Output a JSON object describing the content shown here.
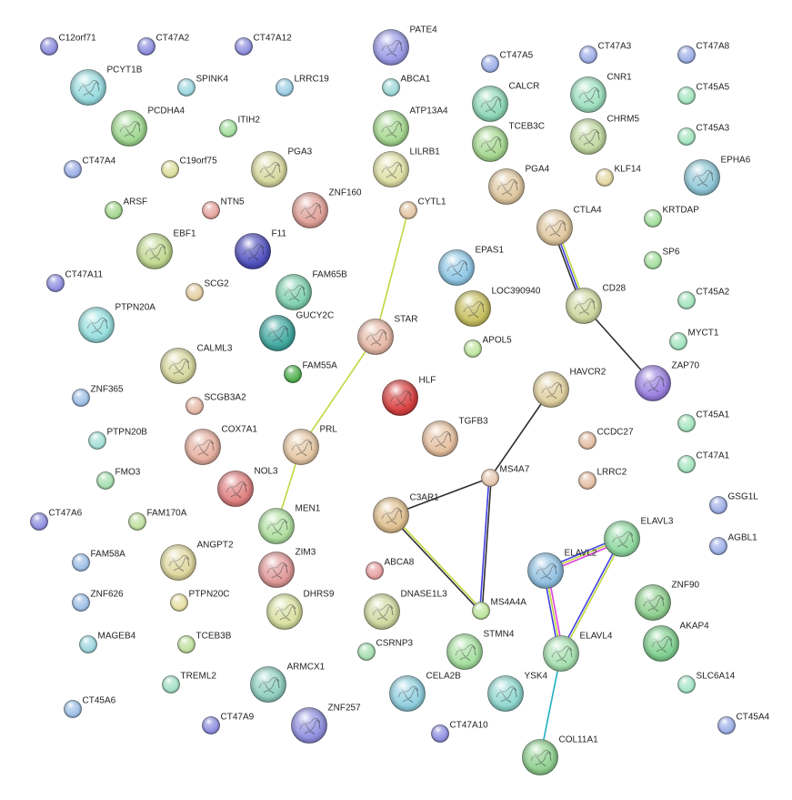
{
  "nodes": [
    {
      "id": "C12orf71",
      "label": "C12orf71",
      "color": "#8f8fe0",
      "size": "s"
    },
    {
      "id": "CT47A2",
      "label": "CT47A2",
      "color": "#8f8fe0",
      "size": "s"
    },
    {
      "id": "CT47A12",
      "label": "CT47A12",
      "color": "#8f8fe0",
      "size": "s"
    },
    {
      "id": "PATE4",
      "label": "PATE4",
      "color": "#9a9ae6",
      "size": "l"
    },
    {
      "id": "CT47A5",
      "label": "CT47A5",
      "color": "#9fb0e8",
      "size": "s"
    },
    {
      "id": "CT47A3",
      "label": "CT47A3",
      "color": "#9fb0e8",
      "size": "s"
    },
    {
      "id": "CT47A8",
      "label": "CT47A8",
      "color": "#9fb0e8",
      "size": "s"
    },
    {
      "id": "PCYT1B",
      "label": "PCYT1B",
      "color": "#98dbe0",
      "size": "l"
    },
    {
      "id": "SPINK4",
      "label": "SPINK4",
      "color": "#9fd8e0",
      "size": "s"
    },
    {
      "id": "LRRC19",
      "label": "LRRC19",
      "color": "#9fd0e6",
      "size": "s"
    },
    {
      "id": "ABCA1",
      "label": "ABCA1",
      "color": "#9fd8d8",
      "size": "s"
    },
    {
      "id": "CALCR",
      "label": "CALCR",
      "color": "#8fd8b8",
      "size": "l"
    },
    {
      "id": "CNR1",
      "label": "CNR1",
      "color": "#9fe0c0",
      "size": "l"
    },
    {
      "id": "CT45A5",
      "label": "CT45A5",
      "color": "#a6e6c0",
      "size": "s"
    },
    {
      "id": "PCDHA4",
      "label": "PCDHA4",
      "color": "#9fd890",
      "size": "l"
    },
    {
      "id": "ITIH2",
      "label": "ITIH2",
      "color": "#a6e0a0",
      "size": "s"
    },
    {
      "id": "ATP13A4",
      "label": "ATP13A4",
      "color": "#a6d890",
      "size": "l"
    },
    {
      "id": "TCEB3C",
      "label": "TCEB3C",
      "color": "#a6d890",
      "size": "l"
    },
    {
      "id": "CHRM5",
      "label": "CHRM5",
      "color": "#c0d8a0",
      "size": "l"
    },
    {
      "id": "CT45A3",
      "label": "CT45A3",
      "color": "#a6e6c0",
      "size": "s"
    },
    {
      "id": "CT47A4",
      "label": "CT47A4",
      "color": "#9fb0e8",
      "size": "s"
    },
    {
      "id": "C19orf75",
      "label": "C19orf75",
      "color": "#dfe0a0",
      "size": "s"
    },
    {
      "id": "PGA3",
      "label": "PGA3",
      "color": "#d8d8a0",
      "size": "l"
    },
    {
      "id": "LILRB1",
      "label": "LILRB1",
      "color": "#e0e0a6",
      "size": "l"
    },
    {
      "id": "PGA4",
      "label": "PGA4",
      "color": "#e0c8a0",
      "size": "l"
    },
    {
      "id": "KLF14",
      "label": "KLF14",
      "color": "#e6d8a6",
      "size": "s"
    },
    {
      "id": "EPHA6",
      "label": "EPHA6",
      "color": "#90c8d8",
      "size": "l"
    },
    {
      "id": "ARSF",
      "label": "ARSF",
      "color": "#a6d890",
      "size": "s"
    },
    {
      "id": "NTN5",
      "label": "NTN5",
      "color": "#e6a6a0",
      "size": "s"
    },
    {
      "id": "ZNF160",
      "label": "ZNF160",
      "color": "#e0a098",
      "size": "l"
    },
    {
      "id": "CYTL1",
      "label": "CYTL1",
      "color": "#e6c8a6",
      "size": "s"
    },
    {
      "id": "CTLA4",
      "label": "CTLA4",
      "color": "#e0c8a0",
      "size": "l"
    },
    {
      "id": "KRTDAP",
      "label": "KRTDAP",
      "color": "#a6e0a0",
      "size": "s"
    },
    {
      "id": "EBF1",
      "label": "EBF1",
      "color": "#c0d890",
      "size": "l"
    },
    {
      "id": "F11",
      "label": "F11",
      "color": "#5050c0",
      "size": "l"
    },
    {
      "id": "EPAS1",
      "label": "EPAS1",
      "color": "#90c8e6",
      "size": "l"
    },
    {
      "id": "SP6",
      "label": "SP6",
      "color": "#a6e0a0",
      "size": "s"
    },
    {
      "id": "CT47A11",
      "label": "CT47A11",
      "color": "#8f8fe0",
      "size": "s"
    },
    {
      "id": "SCG2",
      "label": "SCG2",
      "color": "#e6d0a6",
      "size": "s"
    },
    {
      "id": "FAM65B",
      "label": "FAM65B",
      "color": "#80d0b0",
      "size": "l"
    },
    {
      "id": "LOC390940",
      "label": "LOC390940",
      "color": "#c8c060",
      "size": "l"
    },
    {
      "id": "CD28",
      "label": "CD28",
      "color": "#d0d8a0",
      "size": "l"
    },
    {
      "id": "CT45A2",
      "label": "CT45A2",
      "color": "#a6e6c0",
      "size": "s"
    },
    {
      "id": "PTPN20A",
      "label": "PTPN20A",
      "color": "#98e0e0",
      "size": "l"
    },
    {
      "id": "GUCY2C",
      "label": "GUCY2C",
      "color": "#40a8a0",
      "size": "l"
    },
    {
      "id": "STAR",
      "label": "STAR",
      "color": "#e6b8a6",
      "size": "l"
    },
    {
      "id": "APOL5",
      "label": "APOL5",
      "color": "#c0e6a0",
      "size": "s"
    },
    {
      "id": "MYCT1",
      "label": "MYCT1",
      "color": "#a6e6c0",
      "size": "s"
    },
    {
      "id": "CALML3",
      "label": "CALML3",
      "color": "#d8d8a0",
      "size": "l"
    },
    {
      "id": "FAM55A",
      "label": "FAM55A",
      "color": "#50b050",
      "size": "s"
    },
    {
      "id": "ZAP70",
      "label": "ZAP70",
      "color": "#9a80e0",
      "size": "l"
    },
    {
      "id": "ZNF365",
      "label": "ZNF365",
      "color": "#9fc0e6",
      "size": "s"
    },
    {
      "id": "SCGB3A2",
      "label": "SCGB3A2",
      "color": "#e6b8a6",
      "size": "s"
    },
    {
      "id": "HLF",
      "label": "HLF",
      "color": "#d84040",
      "size": "l"
    },
    {
      "id": "HAVCR2",
      "label": "HAVCR2",
      "color": "#e0d0a0",
      "size": "l"
    },
    {
      "id": "CT45A1",
      "label": "CT45A1",
      "color": "#a6e6c0",
      "size": "s"
    },
    {
      "id": "PTPN20B",
      "label": "PTPN20B",
      "color": "#a6e0d8",
      "size": "s"
    },
    {
      "id": "COX7A1",
      "label": "COX7A1",
      "color": "#e6b0a0",
      "size": "l"
    },
    {
      "id": "PRL",
      "label": "PRL",
      "color": "#e6c8a6",
      "size": "l"
    },
    {
      "id": "TGFB3",
      "label": "TGFB3",
      "color": "#e6c0a0",
      "size": "l"
    },
    {
      "id": "CCDC27",
      "label": "CCDC27",
      "color": "#e6c0a6",
      "size": "s"
    },
    {
      "id": "CT47A1",
      "label": "CT47A1",
      "color": "#a6e6c0",
      "size": "s"
    },
    {
      "id": "FMO3",
      "label": "FMO3",
      "color": "#a6e0b0",
      "size": "s"
    },
    {
      "id": "NOL3",
      "label": "NOL3",
      "color": "#e08080",
      "size": "l"
    },
    {
      "id": "MS4A7",
      "label": "MS4A7",
      "color": "#e6c8b0",
      "size": "s"
    },
    {
      "id": "LRRC2",
      "label": "LRRC2",
      "color": "#e6c0a6",
      "size": "s"
    },
    {
      "id": "GSG1L",
      "label": "GSG1L",
      "color": "#9fb0e8",
      "size": "s"
    },
    {
      "id": "CT47A6",
      "label": "CT47A6",
      "color": "#8f8fe0",
      "size": "s"
    },
    {
      "id": "FAM170A",
      "label": "FAM170A",
      "color": "#c0e0a0",
      "size": "s"
    },
    {
      "id": "C3AR1",
      "label": "C3AR1",
      "color": "#e0c090",
      "size": "l"
    },
    {
      "id": "MEN1",
      "label": "MEN1",
      "color": "#b0e0a0",
      "size": "l"
    },
    {
      "id": "ELAVL3",
      "label": "ELAVL3",
      "color": "#90d8a0",
      "size": "l"
    },
    {
      "id": "AGBL1",
      "label": "AGBL1",
      "color": "#9fb0e8",
      "size": "s"
    },
    {
      "id": "FAM58A",
      "label": "FAM58A",
      "color": "#9fc0e6",
      "size": "s"
    },
    {
      "id": "ANGPT2",
      "label": "ANGPT2",
      "color": "#e0d8a0",
      "size": "l"
    },
    {
      "id": "ZIM3",
      "label": "ZIM3",
      "color": "#e09898",
      "size": "l"
    },
    {
      "id": "ABCA8",
      "label": "ABCA8",
      "color": "#e6a0a0",
      "size": "s"
    },
    {
      "id": "ELAVL2",
      "label": "ELAVL2",
      "color": "#90c0e0",
      "size": "l"
    },
    {
      "id": "ZNF90",
      "label": "ZNF90",
      "color": "#90d090",
      "size": "l"
    },
    {
      "id": "ZNF626",
      "label": "ZNF626",
      "color": "#9fc0e6",
      "size": "s"
    },
    {
      "id": "PTPN20C",
      "label": "PTPN20C",
      "color": "#e6e0a6",
      "size": "s"
    },
    {
      "id": "DHRS9",
      "label": "DHRS9",
      "color": "#d8e0a0",
      "size": "l"
    },
    {
      "id": "DNASE1L3",
      "label": "DNASE1L3",
      "color": "#d0d8a0",
      "size": "l"
    },
    {
      "id": "MS4A4A",
      "label": "MS4A4A",
      "color": "#c0e6a0",
      "size": "s"
    },
    {
      "id": "AKAP4",
      "label": "AKAP4",
      "color": "#80d090",
      "size": "l"
    },
    {
      "id": "MAGEB4",
      "label": "MAGEB4",
      "color": "#9fd8e0",
      "size": "s"
    },
    {
      "id": "TCEB3B",
      "label": "TCEB3B",
      "color": "#c0e0a0",
      "size": "s"
    },
    {
      "id": "CSRNP3",
      "label": "CSRNP3",
      "color": "#a6e0b0",
      "size": "s"
    },
    {
      "id": "STMN4",
      "label": "STMN4",
      "color": "#a6e0a0",
      "size": "l"
    },
    {
      "id": "ELAVL4",
      "label": "ELAVL4",
      "color": "#a6e0b0",
      "size": "l"
    },
    {
      "id": "TREML2",
      "label": "TREML2",
      "color": "#a6e0c8",
      "size": "s"
    },
    {
      "id": "ARMCX1",
      "label": "ARMCX1",
      "color": "#90d0c0",
      "size": "l"
    },
    {
      "id": "CELA2B",
      "label": "CELA2B",
      "color": "#90d0e0",
      "size": "l"
    },
    {
      "id": "YSK4",
      "label": "YSK4",
      "color": "#90d8d0",
      "size": "l"
    },
    {
      "id": "SLC6A14",
      "label": "SLC6A14",
      "color": "#a6e6c8",
      "size": "s"
    },
    {
      "id": "CT45A6",
      "label": "CT45A6",
      "color": "#9fc0e6",
      "size": "s"
    },
    {
      "id": "CT47A9",
      "label": "CT47A9",
      "color": "#8f8fe0",
      "size": "s"
    },
    {
      "id": "ZNF257",
      "label": "ZNF257",
      "color": "#9090e0",
      "size": "l"
    },
    {
      "id": "CT47A10",
      "label": "CT47A10",
      "color": "#8f8fe0",
      "size": "s"
    },
    {
      "id": "CT45A4",
      "label": "CT45A4",
      "color": "#9fb0e8",
      "size": "s"
    },
    {
      "id": "COL11A1",
      "label": "COL11A1",
      "color": "#90d090",
      "size": "l"
    }
  ],
  "edges": [
    {
      "source": "CYTL1",
      "target": "STAR",
      "colors": [
        "#c0d840"
      ]
    },
    {
      "source": "STAR",
      "target": "PRL",
      "colors": [
        "#c0d840"
      ]
    },
    {
      "source": "PRL",
      "target": "MEN1",
      "colors": [
        "#c0d840"
      ]
    },
    {
      "source": "CTLA4",
      "target": "CD28",
      "colors": [
        "#c0d840",
        "#4040e0",
        "#303030"
      ]
    },
    {
      "source": "CD28",
      "target": "ZAP70",
      "colors": [
        "#303030"
      ]
    },
    {
      "source": "HAVCR2",
      "target": "MS4A7",
      "colors": [
        "#303030"
      ]
    },
    {
      "source": "MS4A7",
      "target": "C3AR1",
      "colors": [
        "#303030"
      ]
    },
    {
      "source": "MS4A7",
      "target": "MS4A4A",
      "colors": [
        "#303030",
        "#4040e0"
      ]
    },
    {
      "source": "C3AR1",
      "target": "MS4A4A",
      "colors": [
        "#c0d840",
        "#303030"
      ]
    },
    {
      "source": "ELAVL3",
      "target": "ELAVL2",
      "colors": [
        "#e040e0",
        "#c0d840",
        "#4040e0"
      ]
    },
    {
      "source": "ELAVL3",
      "target": "ELAVL4",
      "colors": [
        "#c0d840",
        "#4040e0"
      ]
    },
    {
      "source": "ELAVL2",
      "target": "ELAVL4",
      "colors": [
        "#e040e0",
        "#c0d840",
        "#4040e0"
      ]
    },
    {
      "source": "ELAVL4",
      "target": "COL11A1",
      "colors": [
        "#20b0c0"
      ]
    }
  ]
}
